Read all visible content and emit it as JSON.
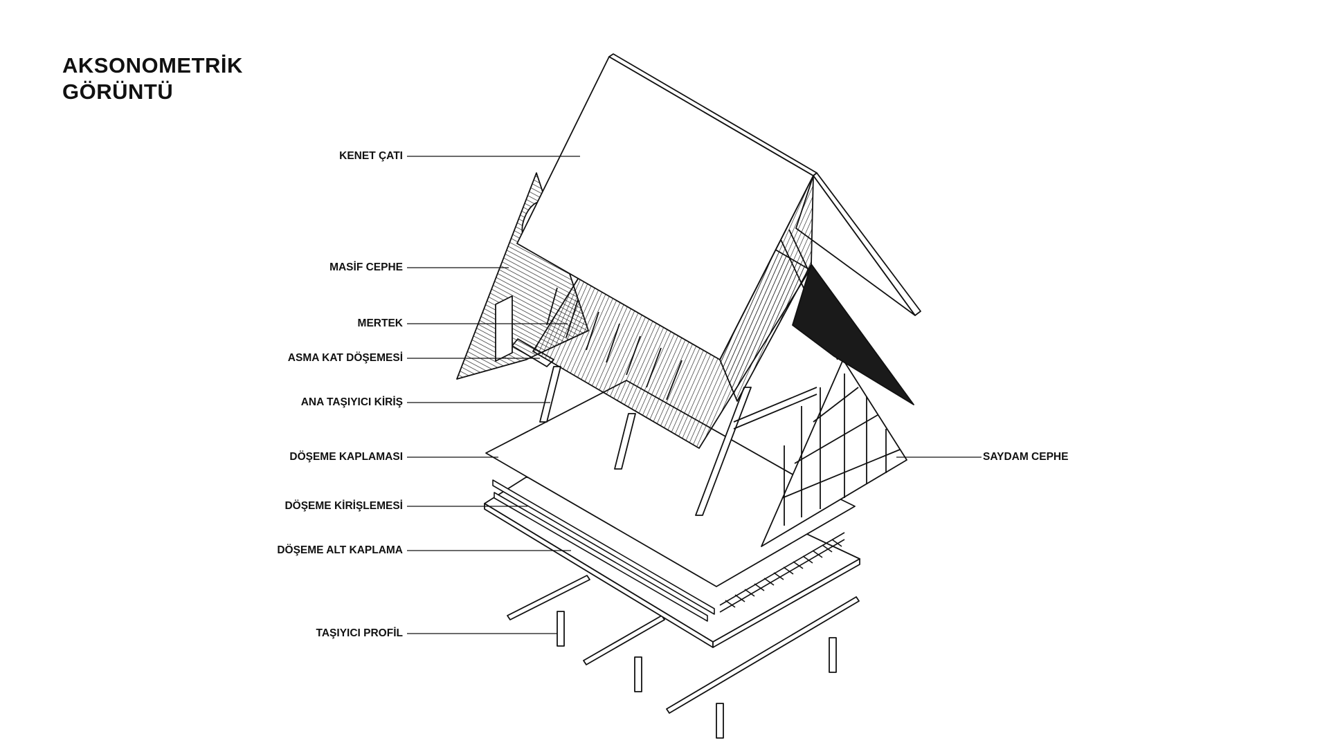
{
  "title": {
    "line1": "AKSONOMETRİK",
    "line2": "GÖRÜNTÜ"
  },
  "labels": {
    "kenet_cati": "KENET ÇATI",
    "masif_cephe": "MASİF CEPHE",
    "mertek": "MERTEK",
    "asma_kat": "ASMA KAT DÖŞEMESİ",
    "ana_tasiyici": "ANA TAŞIYICI KİRİŞ",
    "doseme_kaplamasi": "DÖŞEME KAPLAMASI",
    "doseme_kirislemesi": "DÖŞEME KİRİŞLEMESİ",
    "doseme_alt": "DÖŞEME ALT KAPLAMA",
    "tasiyici_profil": "TAŞIYICI PROFİL",
    "saydam_cephe": "SAYDAM CEPHE"
  },
  "colors": {
    "line": "#111111",
    "dark_panel": "#1a1a1a",
    "background": "#ffffff"
  }
}
